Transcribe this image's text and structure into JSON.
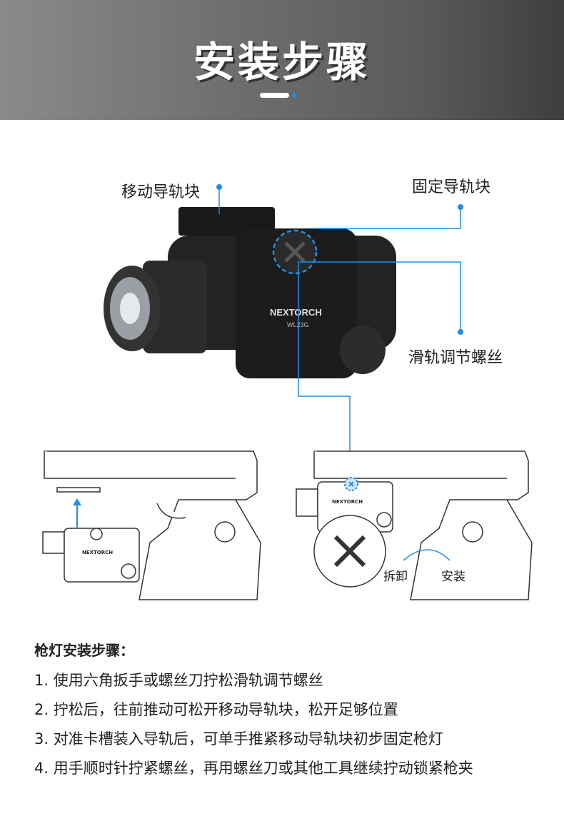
{
  "header": {
    "title": "安装步骤"
  },
  "callouts": {
    "moving_block": "移动导轨块",
    "fixed_block": "固定导轨块",
    "rail_screw": "滑轨调节螺丝"
  },
  "product": {
    "brand": "NEXTORCH",
    "model": "WL23G"
  },
  "diagram": {
    "remove": "拆卸",
    "install": "安装"
  },
  "accent_color": "#1e8fe6",
  "instructions": {
    "heading": "枪灯安装步骤：",
    "steps": [
      "1. 使用六角扳手或螺丝刀拧松滑轨调节螺丝",
      "2. 拧松后，往前推动可松开移动导轨块，松开足够位置",
      "3. 对准卡槽装入导轨后，可单手推紧移动导轨块初步固定枪灯",
      "4. 用手顺时针拧紧螺丝，再用螺丝刀或其他工具继续拧动锁紧枪夹"
    ]
  }
}
